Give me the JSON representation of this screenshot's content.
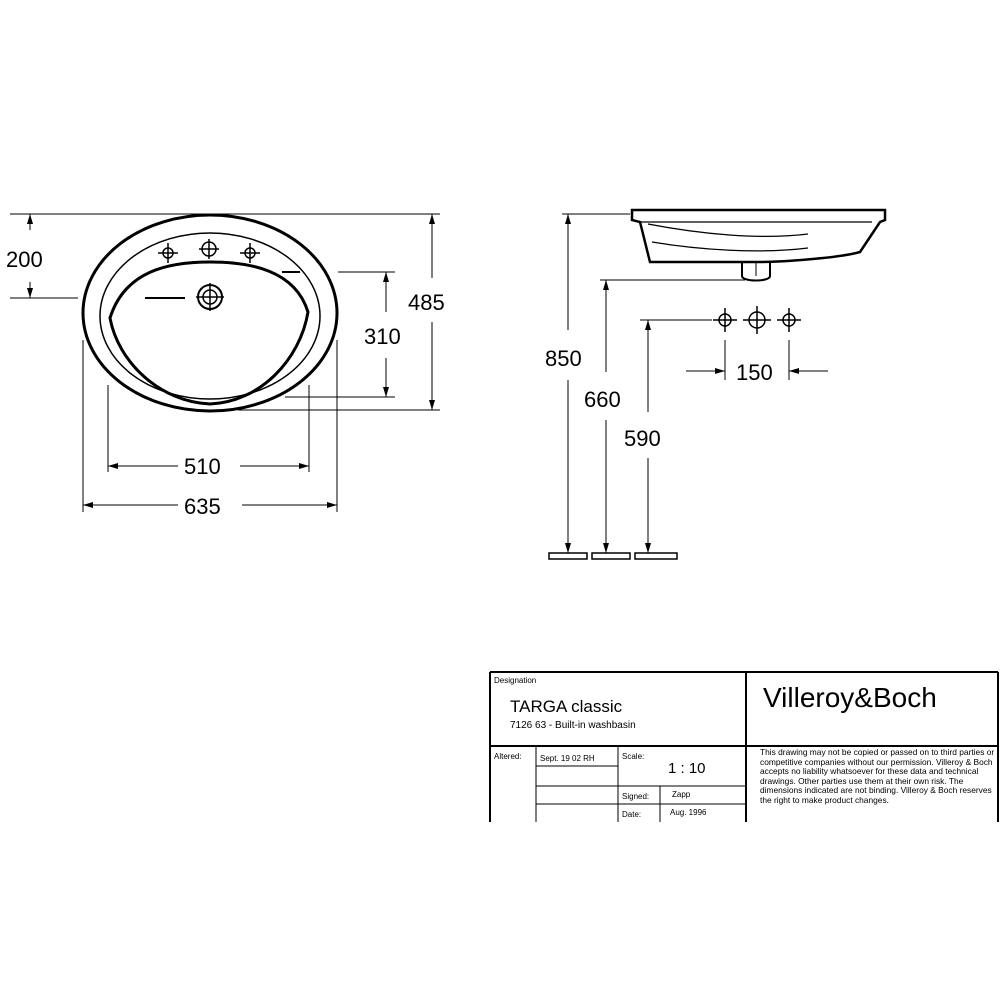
{
  "dimensions": {
    "plan_depth_to_taphole": "200",
    "plan_outer_depth": "485",
    "plan_inner_depth": "310",
    "plan_inner_width": "510",
    "plan_outer_width": "635",
    "elev_rim_height": "850",
    "elev_drain_height": "660",
    "elev_supply_height": "590",
    "elev_tap_spacing": "150"
  },
  "title_block": {
    "designation_label": "Designation",
    "product_name": "TARGA classic",
    "product_code": "7126 63 - Built-in washbasin",
    "brand": "Villeroy&Boch",
    "altered_label": "Altered:",
    "altered_value": "Sept. 19 02 RH",
    "scale_label": "Scale:",
    "scale_value": "1 : 10",
    "signed_label": "Signed:",
    "signed_value": "Zapp",
    "date_label": "Date:",
    "date_value": "Aug. 1996",
    "notice": "This drawing may not be copied or passed on to third parties or competitive companies without our permission. Villeroy & Boch accepts no liability whatsoever for these data and technical drawings. Other parties use them at their own risk. The dimensions indicated are not binding. Villeroy & Boch reserves the right to make product changes."
  },
  "icons": [
    "tap-hole-cross-icon",
    "overflow-icon",
    "drain-icon"
  ]
}
